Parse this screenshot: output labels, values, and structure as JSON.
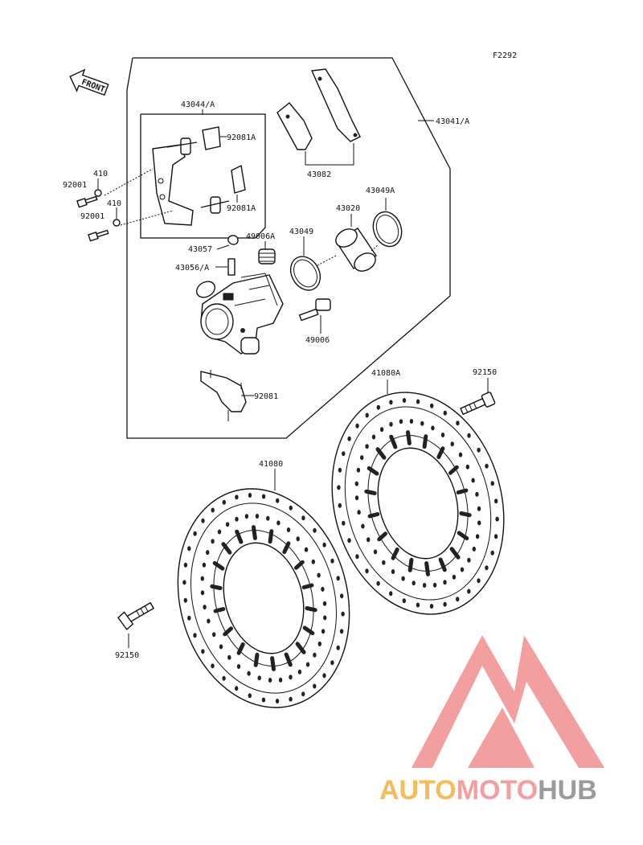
{
  "figure_code": "F2292",
  "front_label": "FRONT",
  "labels": {
    "caliper_assy": "43041/A",
    "bracket_assy": "43044/A",
    "pad_spring_upper": "92081A",
    "pad_spring_lower": "92081A",
    "pads": "43082",
    "washer_upper": "410",
    "washer_lower": "410",
    "bolt_upper": "92001",
    "bolt_lower": "92001",
    "piston_seal_outer": "43049A",
    "piston": "43020",
    "piston_seal": "43049",
    "boot": "49006A",
    "bleeder_cap": "43057",
    "bleeder_valve": "43056/A",
    "pin_bolt": "49006",
    "anti_rattle_spring": "92081",
    "disc_right": "41080A",
    "bolt_right": "92150",
    "disc_left": "41080",
    "bolt_left": "92150"
  },
  "watermark": {
    "part1": "AUTO",
    "part2": "MOTO",
    "part3": "HUB",
    "color_orange": "#f5a623",
    "color_red": "#f08080",
    "color_gray": "#7a7a7a"
  }
}
